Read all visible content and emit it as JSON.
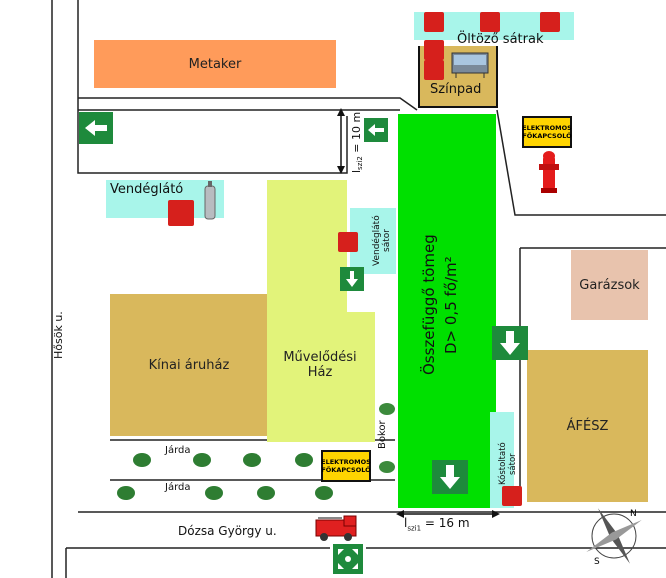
{
  "buildings": {
    "metaker": "Metaker",
    "kinai": "Kínai áruház",
    "muvelodesi": "Művelődési\nHáz",
    "garazsok": "Garázsok",
    "afesz": "ÁFÉSZ"
  },
  "areas": {
    "vendeglato": "Vendéglátó",
    "vendeglato_sator": "Vendéglátó\nsátor",
    "oltozo": "Öltöző sátrak",
    "szinpad": "Színpad",
    "kostolato_sator": "Kóstoltató\nsátor",
    "bokor": "Bokor",
    "jarda_upper": "Járda",
    "jarda_lower": "Járda"
  },
  "crowd": {
    "line1": "Összefüggő tömeg",
    "line2": "D> 0,5 fő/m²"
  },
  "streets": {
    "hosok": "Hősök u.",
    "dozsa": "Dózsa György u."
  },
  "dimensions": {
    "szi2": "= 10 m",
    "szi2_sub": "szi2",
    "szi1": "= 16 m",
    "szi1_sub": "szi1"
  },
  "signs": {
    "elektromos_line1": "ELEKTROMOS",
    "elektromos_line2": "FŐKAPCSOLÓ"
  },
  "colors": {
    "crowd_green": "#00e000",
    "orange": "#ff9b5a",
    "tan": "#d9b85c",
    "lime": "#e2f37a",
    "cyan": "#a8f5ea",
    "garage": "#e8c3ad",
    "exit_green": "#1e8a3c",
    "extinguisher_red": "#d6201c"
  },
  "icons": [
    "fire-extinguisher-icon",
    "exit-arrow-icon",
    "gas-cylinder-icon",
    "fire-hydrant-icon",
    "fire-truck-icon",
    "assembly-point-icon",
    "compass-icon",
    "tree-icon",
    "stage-icon"
  ]
}
